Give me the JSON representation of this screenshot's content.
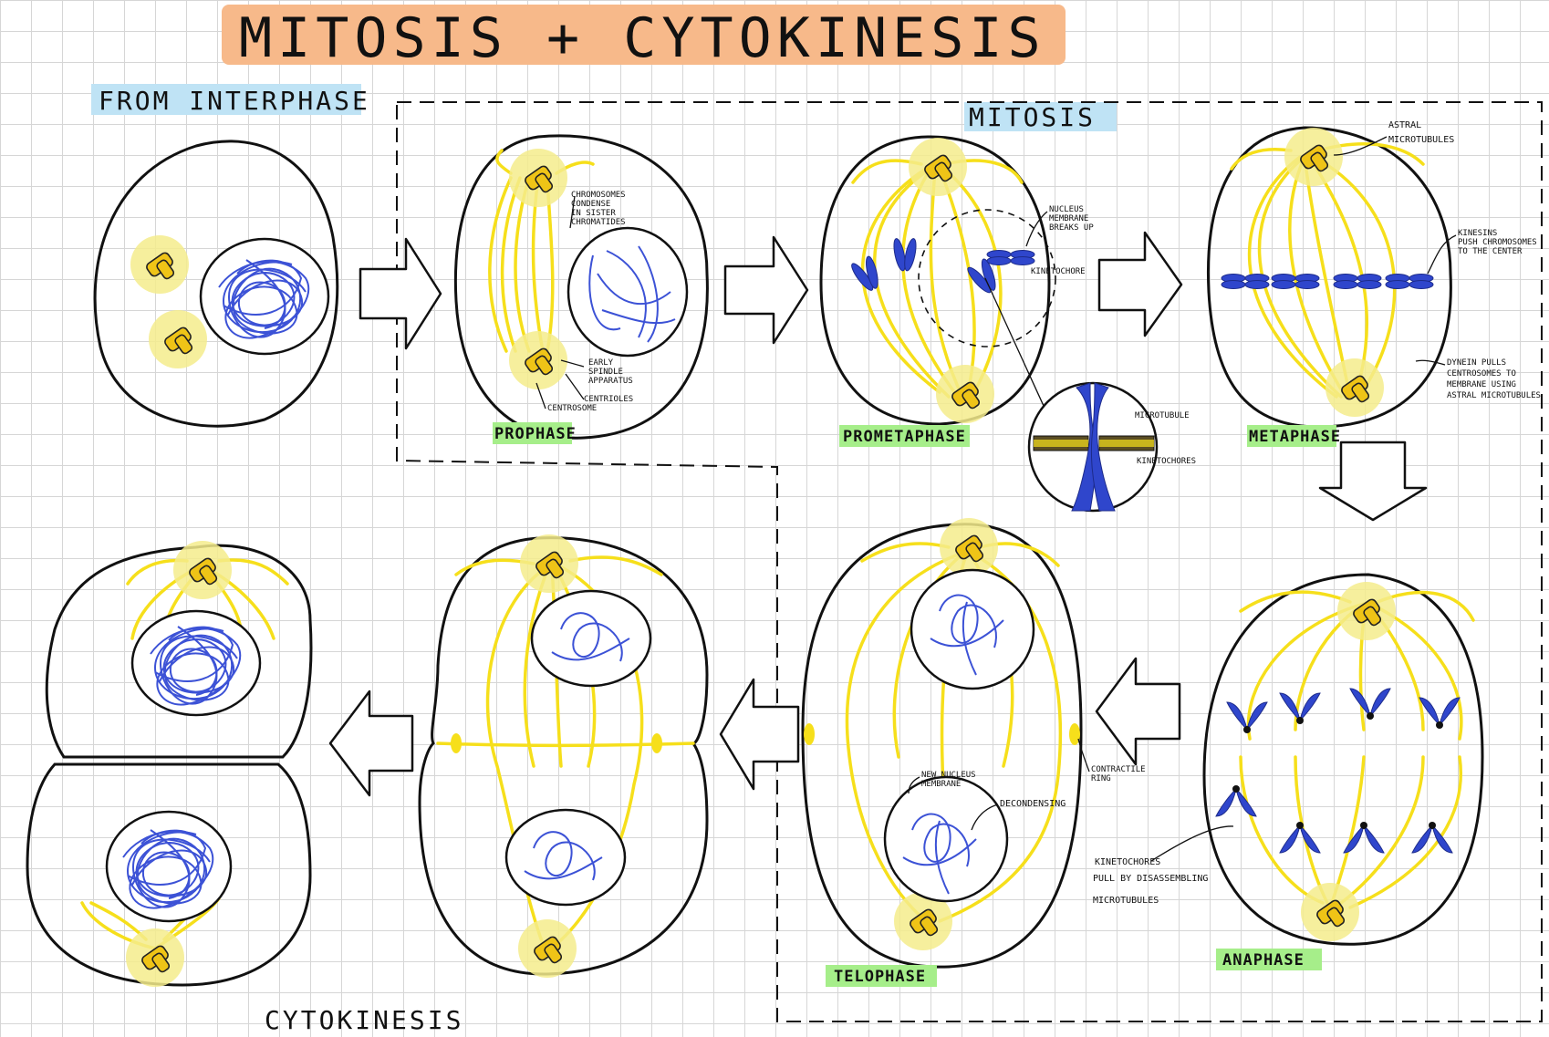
{
  "title": "MITOSIS + CYTOKINESIS",
  "sections": {
    "interphase": "FROM INTERPHASE",
    "mitosis": "MITOSIS",
    "cytokinesis": "CYTOKINESIS"
  },
  "stages": {
    "prophase": "PROPHASE",
    "prometaphase": "PROMETAPHASE",
    "metaphase": "METAPHASE",
    "anaphase": "ANAPHASE",
    "telophase": "TELOPHASE"
  },
  "annotations": {
    "chromosomes": [
      "CHROMOSOMES",
      "CONDENSE",
      "IN SISTER",
      "CHROMATIDES"
    ],
    "early_spindle": [
      "EARLY",
      "SPINDLE",
      "APPARATUS"
    ],
    "centrioles": "CENTRIOLES",
    "centrosome": "CENTROSOME",
    "nucleus_membrane": [
      "NUCLEUS",
      "MEMBRANE",
      "BREAKS UP"
    ],
    "kinetochore": "KINETOCHORE",
    "zoom_microtubule": "MICROTUBULE",
    "zoom_kinetochores": "KINETOCHORES",
    "astral": [
      "ASTRAL",
      "MICROTUBULES"
    ],
    "kinesins": [
      "KINESINS",
      "PUSH CHROMOSOMES",
      "TO THE CENTER"
    ],
    "dynein": [
      "DYNEIN PULLS",
      "CENTROSOMES TO",
      "MEMBRANE USING",
      "ASTRAL MICROTUBULES"
    ],
    "anaphase_pull": [
      "KINETOCHORES",
      "PULL BY DISASSEMBLING",
      "MICROTUBULES"
    ],
    "new_nucleus": [
      "NEW NUCLEUS",
      "MEMBRANE"
    ],
    "decondensing": "DECONDENSING",
    "contractile": [
      "CONTRACTILE",
      "RING"
    ]
  },
  "colors": {
    "title_highlight": "#f7b98a",
    "section_highlight": "#bfe3f5",
    "stage_highlight": "#a6ee8a",
    "microtubule": "#f6df1b",
    "chromosome": "#2f46cc",
    "centrosome_glow": "#f4ec8c"
  }
}
